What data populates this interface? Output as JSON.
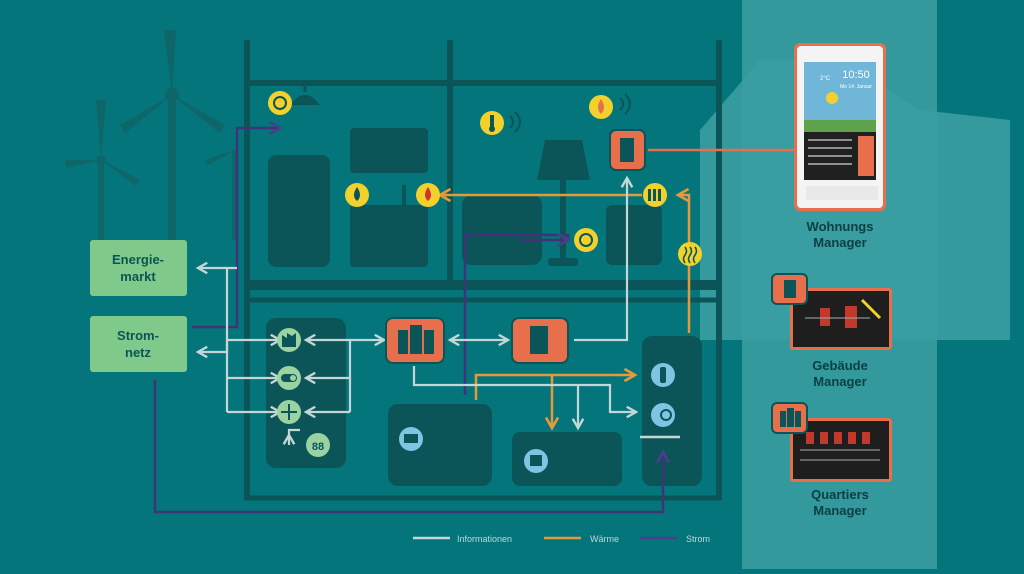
{
  "colors": {
    "background": "#04757a",
    "panel": "#33999d",
    "house_dark": "#0b5457",
    "box_green": "#7fc98a",
    "accent_orange": "#e86f4c",
    "info_line": "#c5d6d6",
    "heat_line": "#e49a3b",
    "power_line": "#3f3477",
    "icon_yellow": "#f3d12c",
    "icon_green": "#9ad3a1",
    "icon_blue": "#7fc4e3"
  },
  "left_boxes": {
    "energiemarkt": {
      "line1": "Energie-",
      "line2": "markt"
    },
    "stromnetz": {
      "line1": "Strom-",
      "line2": "netz"
    }
  },
  "managers": {
    "wohnungs": {
      "line1": "Wohnungs",
      "line2": "Manager"
    },
    "gebaeude": {
      "line1": "Gebäude",
      "line2": "Manager"
    },
    "quartiers": {
      "line1": "Quartiers",
      "line2": "Manager"
    }
  },
  "tablet": {
    "time": "10:50",
    "date": "Mo 14. Januar",
    "temp": "2°C"
  },
  "legend": {
    "info": "Informationen",
    "heat": "Wärme",
    "power": "Strom"
  },
  "icons": {
    "device_display": "88"
  }
}
